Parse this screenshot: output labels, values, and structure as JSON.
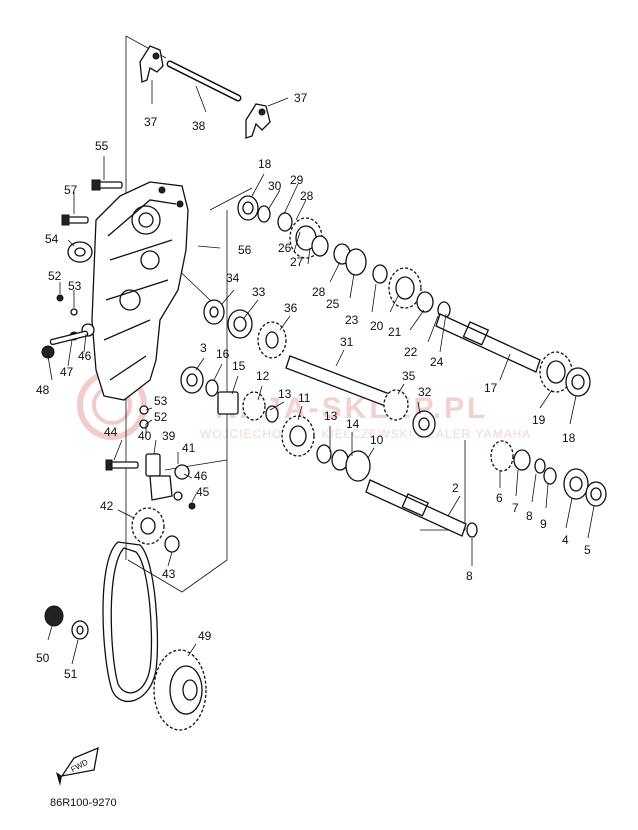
{
  "diagram": {
    "code": "86R100-9270",
    "fwd_badge": "FWD",
    "watermark": {
      "main": "RAJA-SKLEP.PL",
      "sub": "WOJCIECHOWSKI KIEŁCZEWSKI DEALER YAMAHA"
    },
    "labels": {
      "p37a": "37",
      "p38": "38",
      "p37b": "37",
      "p55": "55",
      "p18a": "18",
      "p30": "30",
      "p29": "29",
      "p28a": "28",
      "p57": "57",
      "p56": "56",
      "p26": "26",
      "p27": "27",
      "p28b": "28",
      "p54": "54",
      "p25": "25",
      "p23": "23",
      "p20": "20",
      "p21": "21",
      "p22": "22",
      "p24": "24",
      "p52a": "52",
      "p53a": "53",
      "p34": "34",
      "p33": "33",
      "p36": "36",
      "p17": "17",
      "p19": "19",
      "p18b": "18",
      "p46a": "46",
      "p47": "47",
      "p48": "48",
      "p3": "3",
      "p16": "16",
      "p31": "31",
      "p15": "15",
      "p12": "12",
      "p35": "35",
      "p32": "32",
      "p53b": "53",
      "p52b": "52",
      "p13a": "13",
      "p11": "11",
      "p13b": "13",
      "p14": "14",
      "p10": "10",
      "p40": "40",
      "p39": "39",
      "p44": "44",
      "p41": "41",
      "p46b": "46",
      "p45": "45",
      "p6": "6",
      "p7": "7",
      "p8a": "8",
      "p9": "9",
      "p4": "4",
      "p5": "5",
      "p2": "2",
      "p42": "42",
      "p43": "43",
      "p8b": "8",
      "p50": "50",
      "p51": "51",
      "p49": "49"
    }
  }
}
